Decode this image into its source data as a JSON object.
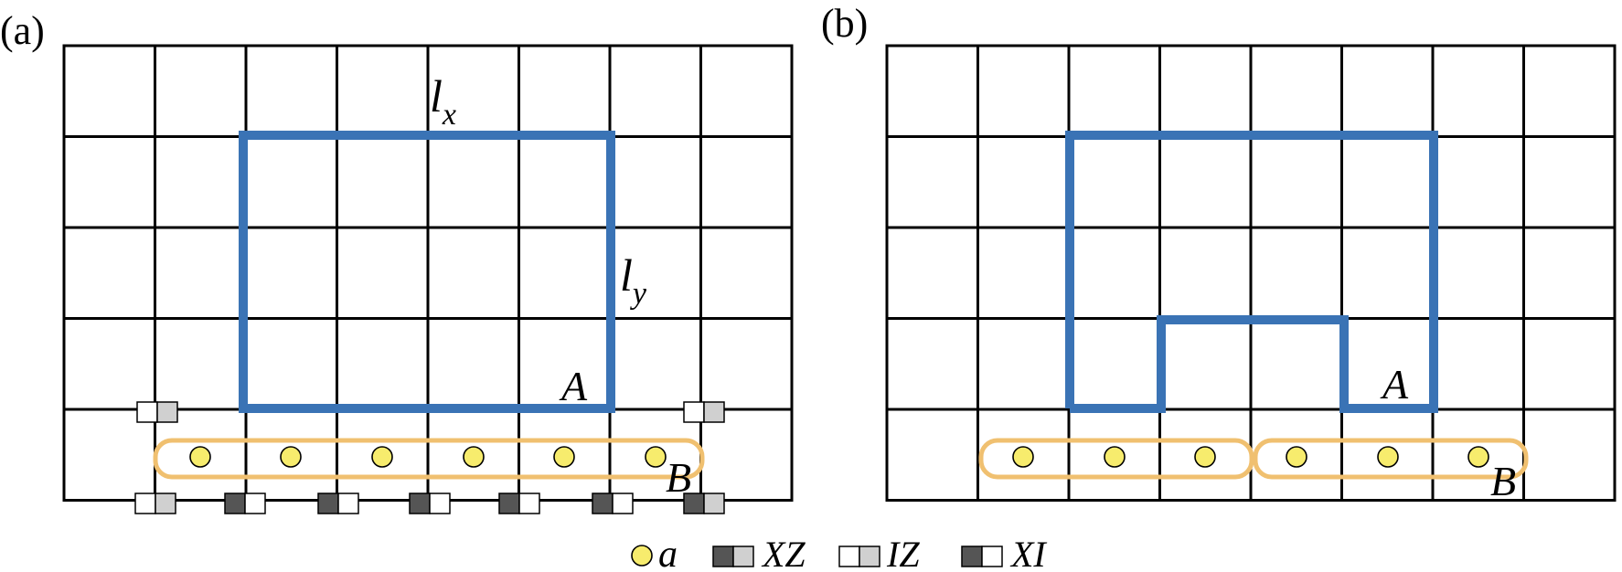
{
  "panels": [
    {
      "label": "(a)",
      "labels": {
        "lx": "l",
        "lx_sub": "x",
        "ly": "l",
        "ly_sub": "y",
        "region_a": "A",
        "region_b": "B"
      }
    },
    {
      "label": "(b)",
      "labels": {
        "region_a": "A",
        "region_b": "B"
      }
    }
  ],
  "legend": [
    {
      "text": "a"
    },
    {
      "text": "XZ"
    },
    {
      "text": "IZ"
    },
    {
      "text": "XI"
    }
  ],
  "colors": {
    "region_a_stroke": "#3a73b5",
    "region_b_stroke": "#f0c070",
    "site_fill": "#f7ec6d",
    "operator_dark": "#555555",
    "operator_light": "#d0d0d0"
  }
}
